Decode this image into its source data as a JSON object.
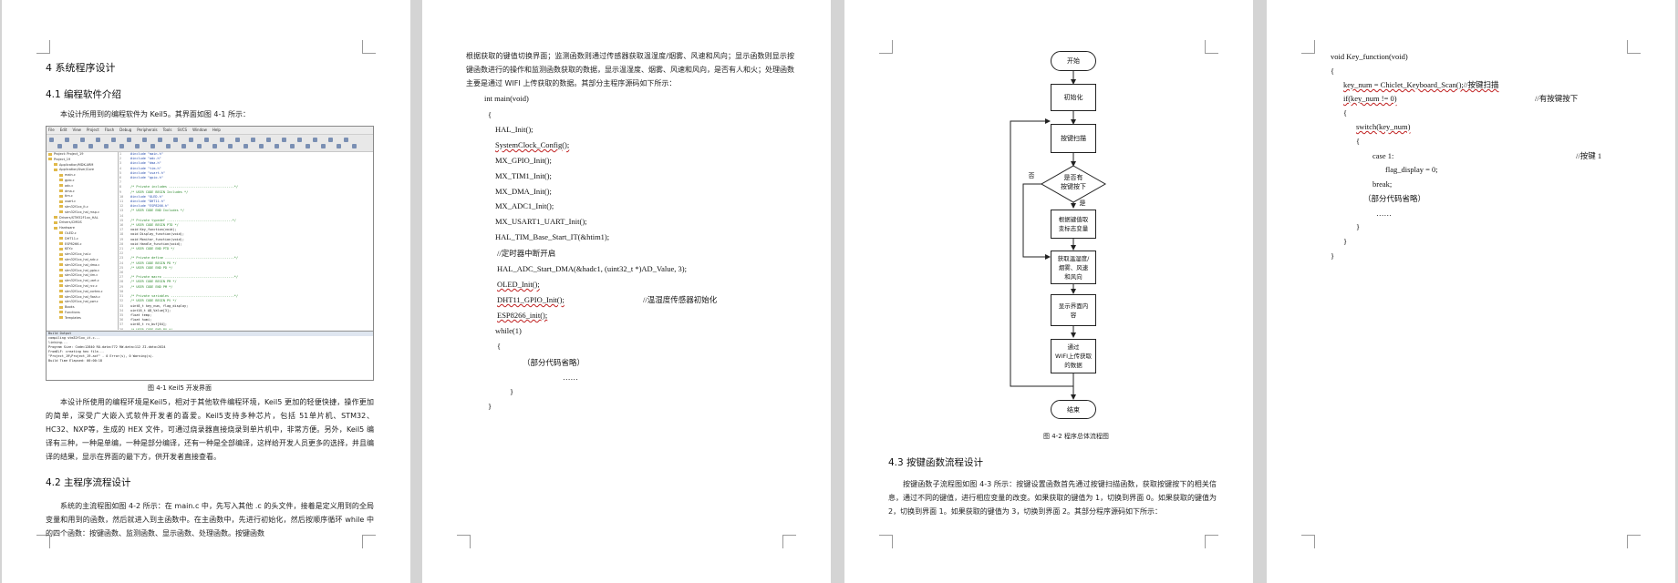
{
  "page1": {
    "h1": "4 系统程序设计",
    "h2_1": "4.1 编程软件介绍",
    "para1": "本设计所用到的编程软件为 Keil5。其界面如图 4-1 所示：",
    "ide": {
      "menu": [
        "File",
        "Edit",
        "View",
        "Project",
        "Flash",
        "Debug",
        "Peripherals",
        "Tools",
        "SVCS",
        "Window",
        "Help"
      ],
      "tree": [
        "Project: Project_19",
        "Project_19",
        "Application/MDK-ARM",
        "Application/User/Core",
        "main.c",
        "gpio.c",
        "adc.c",
        "dma.c",
        "tim.c",
        "usart.c",
        "stm32f1xx_it.c",
        "stm32f1xx_hal_msp.c",
        "Drivers/STM32F1xx_HAL",
        "Drivers/CMSIS",
        "Hardware",
        "OLED.c",
        "DHT11.c",
        "ESP8266.c",
        "KEY.c",
        "stm32f1xx_hal.c",
        "stm32f1xx_hal_adc.c",
        "stm32f1xx_hal_dma.c",
        "stm32f1xx_hal_gpio.c",
        "stm32f1xx_hal_tim.c",
        "stm32f1xx_hal_uart.c",
        "stm32f1xx_hal_rcc.c",
        "stm32f1xx_hal_cortex.c",
        "stm32f1xx_hal_flash.c",
        "stm32f1xx_hal_pwr.c",
        "Books",
        "Functions",
        "Templates"
      ],
      "code": [
        "#include \"main.h\"",
        "#include \"adc.h\"",
        "#include \"dma.h\"",
        "#include \"tim.h\"",
        "#include \"usart.h\"",
        "#include \"gpio.h\"",
        "",
        "/* Private includes ----------------------------------*/",
        "/* USER CODE BEGIN Includes */",
        "#include \"OLED.h\"",
        "#include \"DHT11.h\"",
        "#include \"ESP8266.h\"",
        "/* USER CODE END Includes */",
        "",
        "/* Private typedef ----------------------------------*/",
        "/* USER CODE BEGIN PTD */",
        "void Key_function(void);",
        "void Display_function(void);",
        "void Monitor_function(void);",
        "void Handle_function(void);",
        "/* USER CODE END PTD */",
        "",
        "/* Private define ------------------------------------*/",
        "/* USER CODE BEGIN PD */",
        "/* USER CODE END PD */",
        "",
        "/* Private macro -------------------------------------*/",
        "/* USER CODE BEGIN PM */",
        "/* USER CODE END PM */",
        "",
        "/* Private variables ---------------------------------*/",
        "/* USER CODE BEGIN PV */",
        "uint8_t key_num, flag_display;",
        "uint16_t AD_Value[3];",
        "float temp;",
        "float humi;",
        "uint8_t rx_buf[64];",
        "/* USER CODE END PV */"
      ],
      "output": [
        "Build Output",
        "compiling stm32f1xx_it.c...",
        "linking...",
        "Program Size: Code=12840 RO-data=772 RW-data=112 ZI-data=2024",
        "FromELF: creating hex file...",
        "\"Project_19\\Project_19.axf\" - 0 Error(s), 0 Warning(s).",
        "Build Time Elapsed:  00:00:18"
      ]
    },
    "caption1": "图 4-1 Keil5 开发界面",
    "para2": "本设计所使用的编程环境是Keil5，相对于其他软件编程环境，Keil5 更加的轻便快捷，操作更加的简单，深受广大嵌入式软件开发者的喜爱。Keil5支持多种芯片，包括 51单片机、STM32、HC32、NXP等，生成的 HEX 文件，可通过烧录器直接烧录到单片机中，非常方便。另外，Keil5 编译有三种，一种是单编，一种是部分编译，还有一种是全部编译，这样给开发人员更多的选择，并且编译的结果，显示在界面的最下方，供开发者直接查看。",
    "h2_2": "4.2 主程序流程设计",
    "para3": "系统的主流程图如图 4-2 所示：在 main.c 中，先写入其他 .c 的头文件，接着是定义用到的全局变量和用到的函数，然后就进入到主函数中。在主函数中，先进行初始化，然后按顺序循环 while 中的四个函数：按键函数、监测函数、显示函数、处理函数。按键函数"
  },
  "page2": {
    "para": "根据获取的键值切换界面；监测函数则通过传感器获取温湿度/烟雾、风速和风向；显示函数则显示按键函数进行的操作和监测函数获取的数据，显示温湿度、烟雾、风速和风向，是否有人和火；处理函数主要是通过 WIFI 上传获取的数据。其部分主程序源码如下所示：",
    "code": [
      "int main(void)",
      "{",
      "HAL_Init();",
      "SystemClock_Config();",
      "MX_GPIO_Init();",
      "MX_TIM1_Init();",
      "MX_DMA_Init();",
      "MX_ADC1_Init();",
      "MX_USART1_UART_Init();",
      "HAL_TIM_Base_Start_IT(&htim1);",
      "//定时器中断开启",
      "HAL_ADC_Start_DMA(&hadc1, (uint32_t *)AD_Value, 3);",
      "OLED_Init();",
      "DHT11_GPIO_Init();",
      "ESP8266_init();",
      "while(1)",
      "{",
      "（部分代码省略）",
      "……",
      "}",
      "}"
    ],
    "comment_dht": "//温湿度传感器初始化"
  },
  "page3": {
    "flow": {
      "start": "开始",
      "init": "初始化",
      "scan": "按键扫描",
      "decision": "是否有\n按键按下",
      "no": "否",
      "yes": "是",
      "switch": "根据键值取\n变标志变量",
      "acquire": "获取温湿度/\n烟雾、风速\n和风向",
      "display": "显示界面内\n容",
      "upload": "通过\nWIFI上传获取\n的数据",
      "end": "结束"
    },
    "caption": "图 4-2   程序总体流程图",
    "h2": "4.3 按键函数流程设计",
    "para": "按键函数子流程图如图 4-3 所示：按键设置函数首先通过按键扫描函数，获取按键按下的相关信息，通过不同的键值，进行相应变量的改变。如果获取的键值为 1，切换到界面 0。如果获取的键值为 2，切换到界面 1。如果获取的键值为 3，切换到界面 2。其部分程序源码如下所示："
  },
  "page4": {
    "code": [
      "void Key_function(void)",
      "{",
      "key_num = Chiclet_Keyboard_Scan();//按键扫描",
      "if(key_num != 0)",
      "{",
      "switch(key_num)",
      "{",
      "case 1:",
      "flag_display = 0;",
      "break;",
      "（部分代码省略）",
      "……",
      "}",
      "}",
      "}"
    ],
    "comment_if": "//有按键按下",
    "comment_case": "//按键 1"
  }
}
